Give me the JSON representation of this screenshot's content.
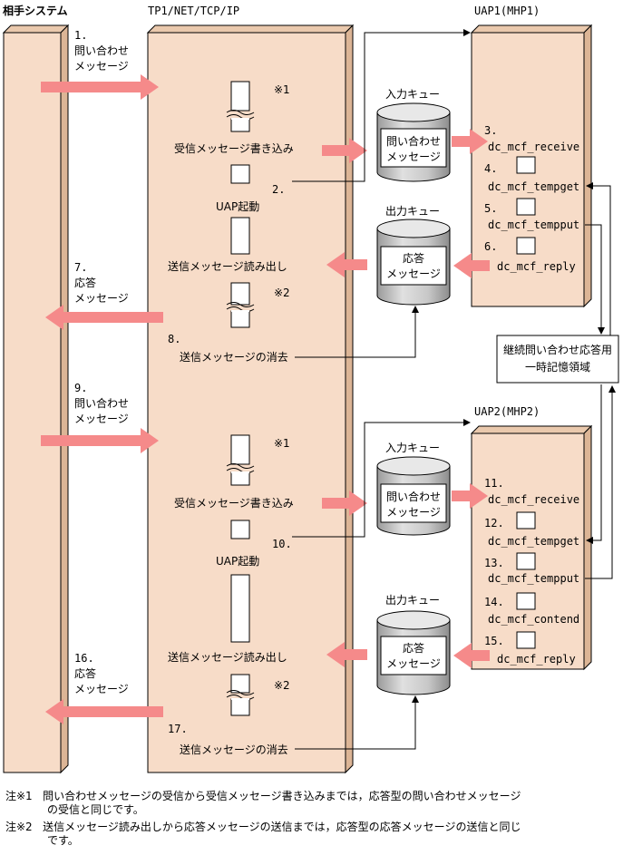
{
  "columns": {
    "partner": "相手システム",
    "tp1": "TP1/NET/TCP/IP",
    "uap1": "UAP1(MHP1)",
    "uap2": "UAP2(MHP2)"
  },
  "queues": {
    "input_title": "入力キュー",
    "output_title": "出力キュー",
    "inquiry_line1": "問い合わせ",
    "inquiry_line2": "メッセージ",
    "response_line1": "応答",
    "response_line2": "メッセージ"
  },
  "temp_storage": {
    "line1": "継続問い合わせ応答用",
    "line2": "一時記憶領域"
  },
  "partner_steps": {
    "s1_num": "1.",
    "s1_line1": "問い合わせ",
    "s1_line2": "メッセージ",
    "s7_num": "7.",
    "s7_line1": "応答",
    "s7_line2": "メッセージ",
    "s9_num": "9.",
    "s9_line1": "問い合わせ",
    "s9_line2": "メッセージ",
    "s16_num": "16.",
    "s16_line1": "応答",
    "s16_line2": "メッセージ"
  },
  "tp1_steps": {
    "note1": "※1",
    "note2": "※2",
    "receive_write": "受信メッセージ書き込み",
    "uap_start": "UAP起動",
    "send_read": "送信メッセージ読み出し",
    "delete": "送信メッセージの消去",
    "s2": "2.",
    "s8": "8.",
    "s10": "10.",
    "s17": "17."
  },
  "uap1_calls": {
    "n3": "3.",
    "c3": "dc_mcf_receive",
    "n4": "4.",
    "c4": "dc_mcf_tempget",
    "n5": "5.",
    "c5": "dc_mcf_tempput",
    "n6": "6.",
    "c6": "dc_mcf_reply"
  },
  "uap2_calls": {
    "n11": "11.",
    "c11": "dc_mcf_receive",
    "n12": "12.",
    "c12": "dc_mcf_tempget",
    "n13": "13.",
    "c13": "dc_mcf_tempput",
    "n14": "14.",
    "c14": "dc_mcf_contend",
    "n15": "15.",
    "c15": "dc_mcf_reply"
  },
  "notes": {
    "n1_mark": "注※1",
    "n1_line1": "問い合わせメッセージの受信から受信メッセージ書き込みまでは，応答型の問い合わせメッセージ",
    "n1_line2": "の受信と同じです。",
    "n2_mark": "注※2",
    "n2_line1": "送信メッセージ読み出しから応答メッセージの送信までは，応答型の応答メッセージの送信と同じ",
    "n2_line2": "です。"
  },
  "colors": {
    "column_fill": "#f7dcc8",
    "column_side": "#e6c4a8",
    "arrow": "#f58a8a",
    "cylinder": "#c8c8c8"
  }
}
